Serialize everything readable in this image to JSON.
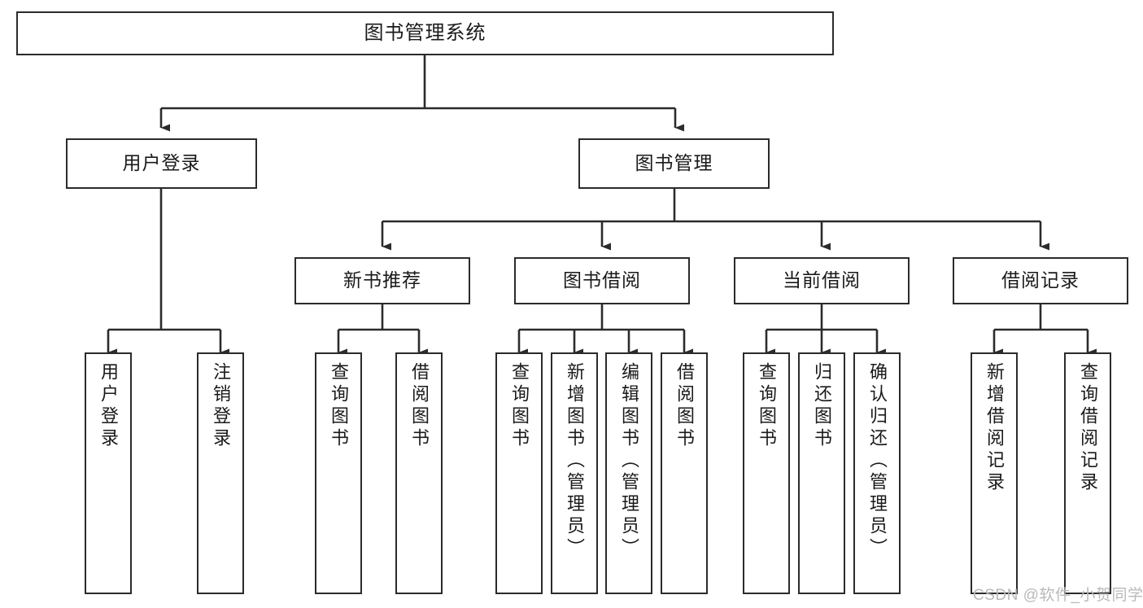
{
  "diagram": {
    "title": "图书管理系统",
    "type": "tree-hierarchy-chart",
    "root": {
      "label": "图书管理系统"
    },
    "level2": [
      {
        "id": "user-login",
        "label": "用户登录"
      },
      {
        "id": "book-manage",
        "label": "图书管理"
      }
    ],
    "level3": [
      {
        "id": "new-book-recommend",
        "label": "新书推荐"
      },
      {
        "id": "book-borrow",
        "label": "图书借阅"
      },
      {
        "id": "current-borrow",
        "label": "当前借阅"
      },
      {
        "id": "borrow-record",
        "label": "借阅记录"
      }
    ],
    "leaves": {
      "user_login": [
        {
          "id": "leaf-user-login",
          "label": "用户登录"
        },
        {
          "id": "leaf-logout-login",
          "label": "注销登录"
        }
      ],
      "new_book_recommend": [
        {
          "id": "leaf-query-book-1",
          "label": "查询图书"
        },
        {
          "id": "leaf-borrow-book-1",
          "label": "借阅图书"
        }
      ],
      "book_borrow": [
        {
          "id": "leaf-query-book-2",
          "label": "查询图书"
        },
        {
          "id": "leaf-add-book",
          "label": "新增图书（管理员）"
        },
        {
          "id": "leaf-edit-book",
          "label": "编辑图书（管理员）"
        },
        {
          "id": "leaf-borrow-book-2",
          "label": "借阅图书"
        }
      ],
      "current_borrow": [
        {
          "id": "leaf-query-book-3",
          "label": "查询图书"
        },
        {
          "id": "leaf-return-book",
          "label": "归还图书"
        },
        {
          "id": "leaf-confirm-return",
          "label": "确认归还（管理员）"
        }
      ],
      "borrow_record": [
        {
          "id": "leaf-add-record",
          "label": "新增借阅记录"
        },
        {
          "id": "leaf-query-record",
          "label": "查询借阅记录"
        }
      ]
    }
  },
  "watermark": {
    "text": "CSDN @软件_小贺同学"
  },
  "colors": {
    "stroke": "#2b2b2b",
    "fill": "#ffffff",
    "text": "#1a1a1a",
    "watermark": "#b9b9b9"
  }
}
